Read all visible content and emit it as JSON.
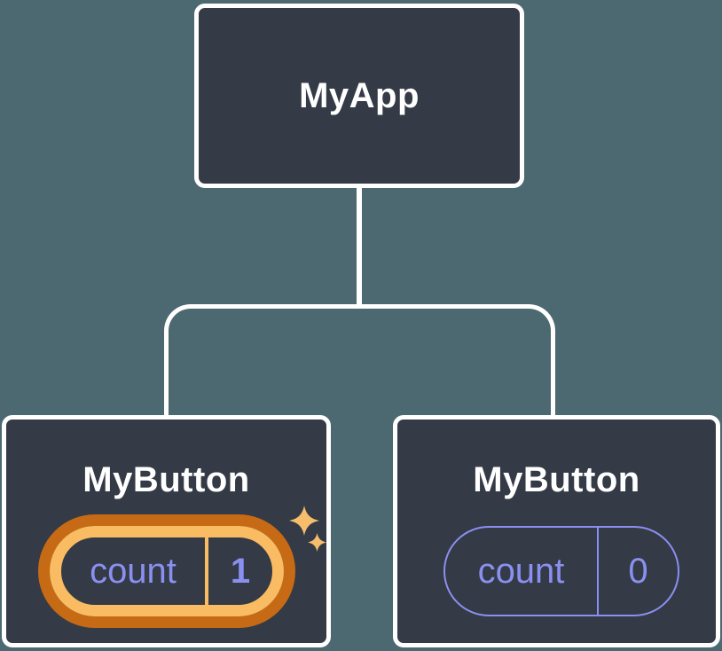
{
  "diagram": {
    "type": "component-tree",
    "colors": {
      "background": "#4C6871",
      "node_fill": "#343A46",
      "node_border": "#FFFFFF",
      "connector": "#FFFFFF",
      "state_purple": "#8A90F0",
      "highlight_gold": "#FABC62",
      "highlight_orange": "#C76A15",
      "sparkle": "#F6BE6C"
    },
    "root": {
      "label": "MyApp"
    },
    "children": [
      {
        "label": "MyButton",
        "highlighted": true,
        "state": {
          "name": "count",
          "value": "1"
        }
      },
      {
        "label": "MyButton",
        "highlighted": false,
        "state": {
          "name": "count",
          "value": "0"
        }
      }
    ]
  }
}
